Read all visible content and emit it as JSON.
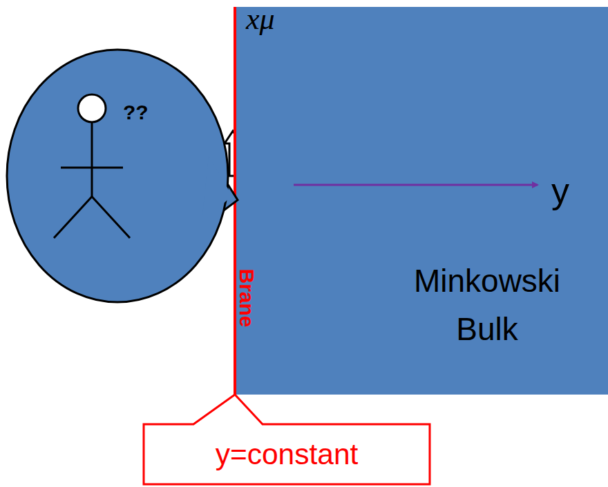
{
  "diagram": {
    "nodes": [
      {
        "text": [
          "??"
        ]
      },
      {
        "text": [
          "Minkowski Bulk"
        ]
      },
      {
        "text": [
          "y=constant"
        ]
      }
    ],
    "labels": [
      "xμ",
      "y",
      "Brane"
    ]
  }
}
